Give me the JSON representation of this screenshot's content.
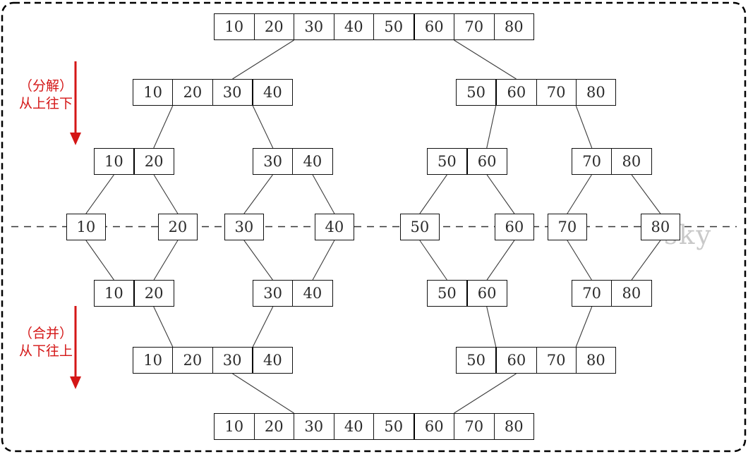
{
  "diagram": {
    "labels": {
      "decompose": {
        "line1": "（分解）",
        "line2": "从上往下"
      },
      "merge": {
        "line1": "（合并）",
        "line2": "从下往上"
      }
    },
    "watermark": "sky",
    "colors": {
      "accent_red": "#d41616",
      "connector": "#3c3c3c",
      "box_border": "#111111",
      "text": "#2b2b2b",
      "watermark_gray": "#c9c9c9"
    },
    "levels": {
      "full": [
        "10",
        "20",
        "30",
        "40",
        "50",
        "60",
        "70",
        "80"
      ],
      "halves": [
        [
          "10",
          "20",
          "30",
          "40"
        ],
        [
          "50",
          "60",
          "70",
          "80"
        ]
      ],
      "quarters": [
        [
          "10",
          "20"
        ],
        [
          "30",
          "40"
        ],
        [
          "50",
          "60"
        ],
        [
          "70",
          "80"
        ]
      ],
      "singles": [
        "10",
        "20",
        "30",
        "40",
        "50",
        "60",
        "70",
        "80"
      ]
    },
    "bold_dividers": {
      "full": [
        4
      ],
      "halves": [
        [
          2
        ],
        [
          0
        ]
      ],
      "quarters": [
        [
          0
        ],
        [],
        [
          0
        ],
        []
      ]
    }
  }
}
